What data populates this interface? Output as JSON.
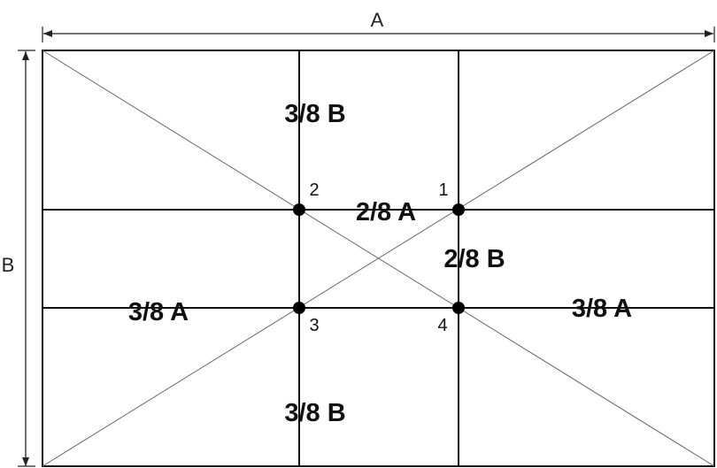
{
  "dimensions": {
    "width_label": "A",
    "height_label": "B"
  },
  "regions": {
    "top": "3/8 B",
    "middle_h": "2/8 A",
    "middle_v": "2/8 B",
    "left": "3/8 A",
    "right": "3/8 A",
    "bottom": "3/8 B"
  },
  "points": {
    "p1": "1",
    "p2": "2",
    "p3": "3",
    "p4": "4"
  }
}
